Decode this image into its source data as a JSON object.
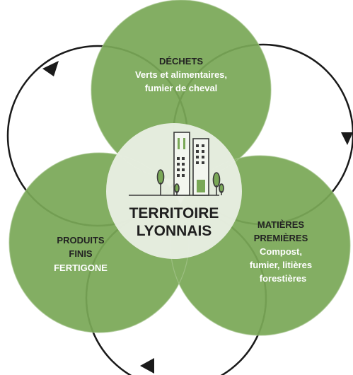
{
  "colors": {
    "circle_green": "#7aa857",
    "center_fill": "#e8eee2",
    "cycle_stroke": "#1a1a1a",
    "icon_stroke": "#3a3a3a",
    "icon_green": "#7aa857"
  },
  "top": {
    "title": "DÉCHETS",
    "line1": "Verts et alimentaires,",
    "line2": "fumier de cheval"
  },
  "center": {
    "line1": "TERRITOIRE",
    "line2": "LYONNAIS",
    "icon": "city-buildings-trees-icon"
  },
  "right": {
    "title1": "MATIÈRES",
    "title2": "PREMIÈRES",
    "line1": "Compost,",
    "line2": "fumier, litières",
    "line3": "forestières"
  },
  "left": {
    "title1": "PRODUITS",
    "title2": "FINIS",
    "line1": "FERTIGONE"
  },
  "arrows": [
    "arrow-head-icon",
    "arrow-head-icon",
    "arrow-head-icon"
  ]
}
